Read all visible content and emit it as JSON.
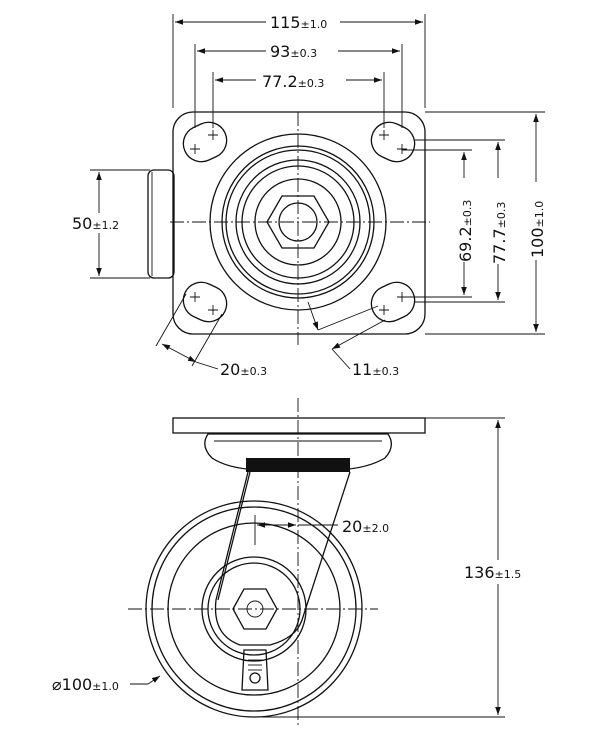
{
  "dimensions": {
    "plate_width": {
      "value": "115",
      "tol": "±1.0"
    },
    "hole_span_outer": {
      "value": "93",
      "tol": "±0.3"
    },
    "hole_span_inner": {
      "value": "77.2",
      "tol": "±0.3"
    },
    "stem_height": {
      "value": "50",
      "tol": "±1.2"
    },
    "hole_span_vert_in": {
      "value": "69.2",
      "tol": "±0.3"
    },
    "hole_span_vert_out": {
      "value": "77.7",
      "tol": "±0.3"
    },
    "plate_height": {
      "value": "100",
      "tol": "±1.0"
    },
    "slot_length": {
      "value": "20",
      "tol": "±0.3"
    },
    "slot_width": {
      "value": "11",
      "tol": "±0.3"
    },
    "offset": {
      "value": "20",
      "tol": "±2.0"
    },
    "total_height": {
      "value": "136",
      "tol": "±1.5"
    },
    "wheel_diameter": {
      "value": "⌀100",
      "tol": "±1.0"
    }
  }
}
